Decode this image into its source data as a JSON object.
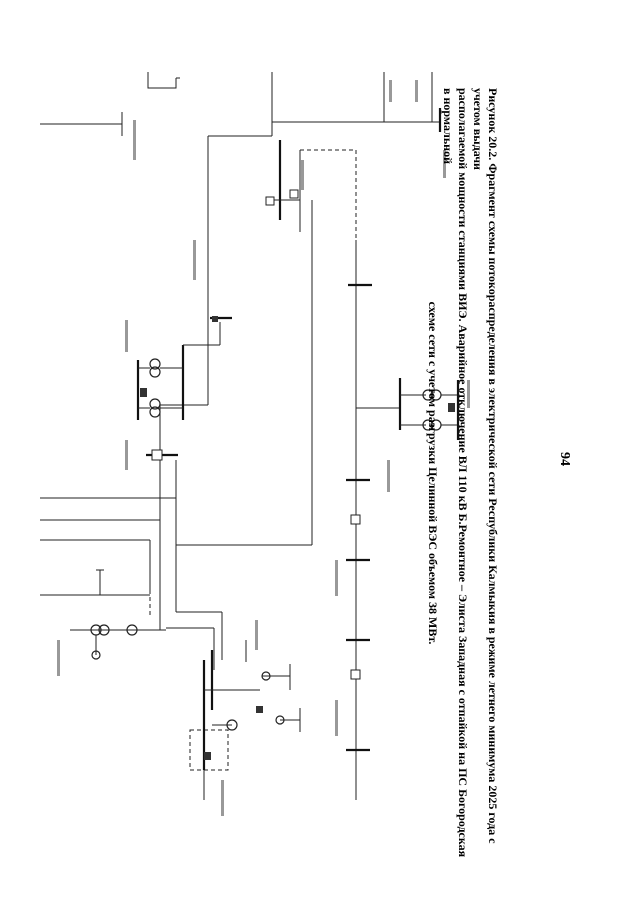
{
  "figure": {
    "caption_lines": [
      "Рисунок 20.2. Фрагмент схемы потокораспределения в электрической сети Республики Калмыкия в режиме летнего минимума 2025 года с учетом выдачи",
      "располагаемой мощности станциями ВИЭ. Аварийное отключение ВЛ 110 кВ Б.Ремонтное – Элиста Западная с отпайкой на ПС Богородская в нормальной",
      "схеме сети с учетом разгрузки Целинной ВЭС объемом 38 МВт."
    ],
    "page_number": "94"
  },
  "colors": {
    "line": "#222222",
    "text": "#000000",
    "label": "#777777"
  }
}
